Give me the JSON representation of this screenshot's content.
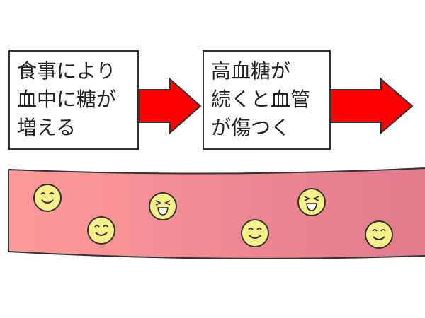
{
  "steps": [
    {
      "lines": [
        "食事により",
        "血中に糖が",
        "増える"
      ]
    },
    {
      "lines": [
        "高血糖が",
        "続くと血管",
        "が傷つく"
      ]
    }
  ],
  "colors": {
    "arrow": "#ff0000",
    "vessel_light": "#ff9a9a",
    "vessel_dark": "#e07a8c",
    "glucose": "#f6f08a",
    "outline": "#333333"
  },
  "glucose_faces": [
    "smile",
    "smile",
    "laugh",
    "smile",
    "laugh",
    "smile"
  ]
}
